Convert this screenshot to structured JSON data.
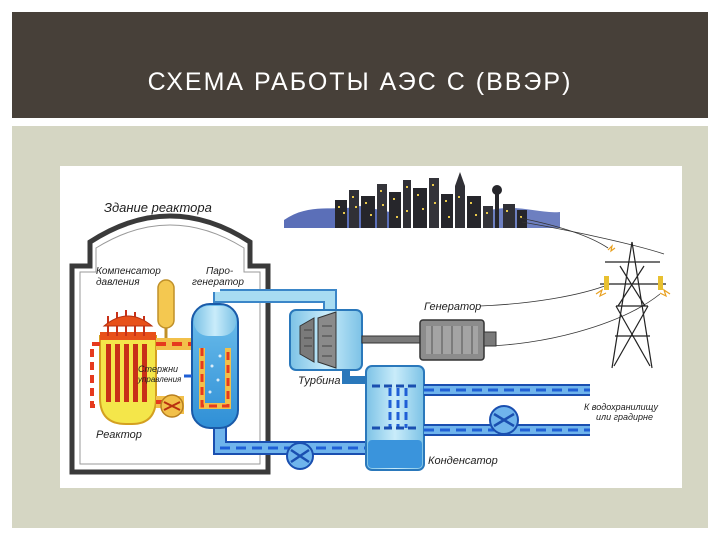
{
  "title": "СХЕМА РАБОТЫ АЭС С (ВВЭР)",
  "labels": {
    "building": "Здание реактора",
    "pressurizer_line1": "Компенсатор",
    "pressurizer_line2": "давления",
    "steam_gen_line1": "Паро-",
    "steam_gen_line2": "генератор",
    "rods_line1": "Стержни",
    "rods_line2": "управления",
    "reactor": "Реактор",
    "turbine": "Турбина",
    "generator": "Генератор",
    "condenser": "Конденсатор",
    "outlet_line1": "К водохранилищу",
    "outlet_line2": "или градирне"
  },
  "colors": {
    "header_bg": "#474039",
    "panel_bg": "#d5d6c3",
    "primary_loop": "#e63a1e",
    "secondary_loop": "#1f5fd6",
    "steam": "#9fd5ee",
    "reactor_core": "#f4e64a"
  }
}
